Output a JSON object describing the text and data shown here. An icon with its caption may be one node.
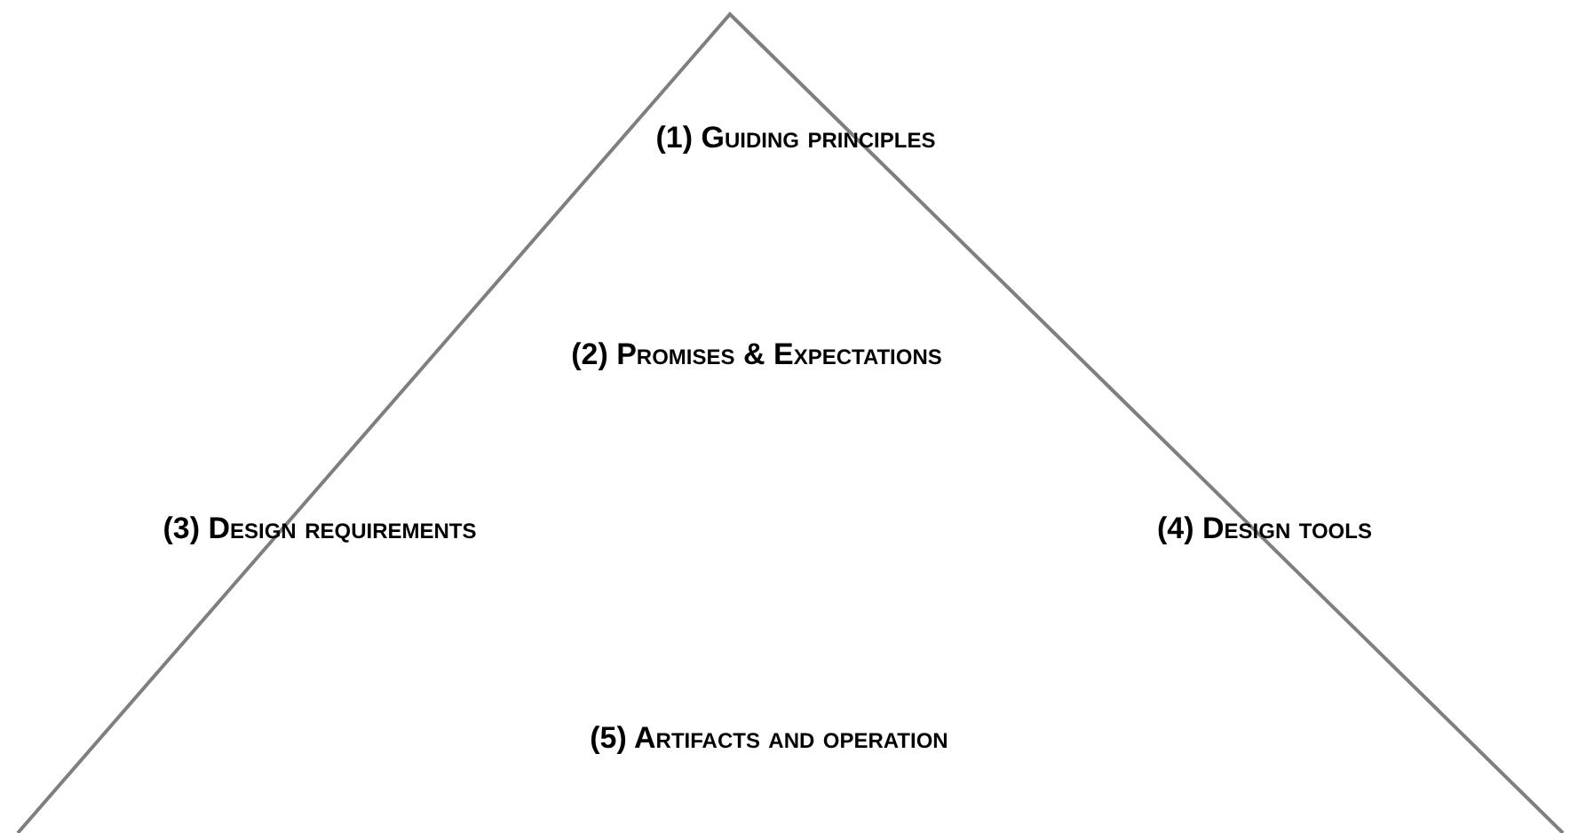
{
  "diagram": {
    "labels": [
      "(1) Guiding principles",
      "(2) Promises & Expectations",
      "(3) Design requirements",
      "(4) Design tools",
      "(5) Artifacts and operation"
    ]
  }
}
